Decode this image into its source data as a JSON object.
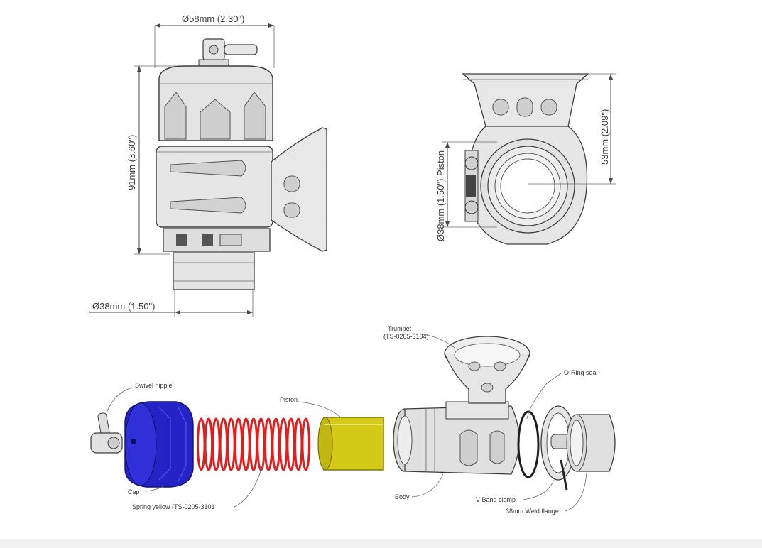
{
  "dimensions": {
    "top_width": "Ø58mm (2.30\")",
    "height": "91mm (3.60\")",
    "bottom_width": "Ø38mm (1.50\")",
    "side_height": "53mm (2.09\")",
    "piston_dia": "Ø38mm (1.50\") Piston"
  },
  "callouts": {
    "trumpet_name": "Trumpet",
    "trumpet_part": "(TS-0205-3104)",
    "oring": "O-Ring seal",
    "swivel": "Swivel nipple",
    "piston": "Piston",
    "cap": "Cap",
    "spring": "Spring yellow (TS-0205-3101",
    "body": "Body",
    "vband": "V-Band clamp",
    "weld": "38mm Weld flange"
  },
  "colors": {
    "cap": "#2323c8",
    "spring": "#e01e1e",
    "piston": "#d8cc1c",
    "metal": "#dcdcdc"
  }
}
